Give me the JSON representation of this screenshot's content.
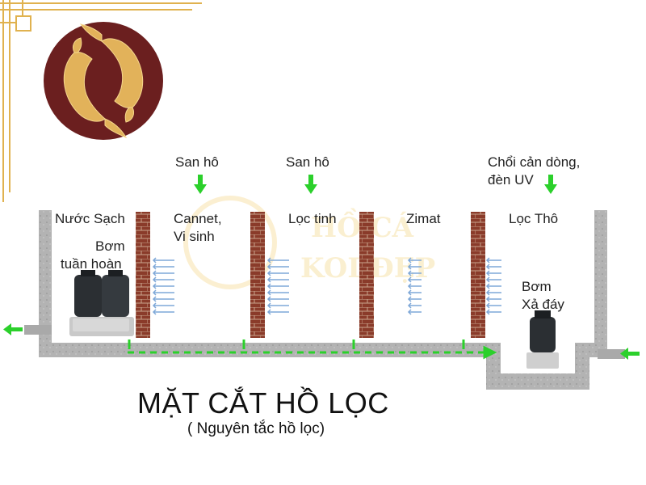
{
  "diagram": {
    "title": "MẶT CẮT HỒ LỌC",
    "subtitle": "( Nguyên tắc hồ lọc)",
    "chambers": [
      {
        "label": "Nước Sạch"
      },
      {
        "label_line1": "Cannet,",
        "label_line2": "Vi sinh"
      },
      {
        "label": "Lọc tinh"
      },
      {
        "label": "Zimat"
      },
      {
        "label": "Lọc Thô"
      }
    ],
    "media_inputs": [
      {
        "label": "San hô"
      },
      {
        "label": "San hô"
      },
      {
        "label_line1": "Chổi cản dòng,",
        "label_line2": "đèn UV"
      }
    ],
    "pumps": [
      {
        "label_line1": "Bơm",
        "label_line2": "tuần hoàn"
      },
      {
        "label_line1": "Bơm",
        "label_line2": "Xả đáy"
      }
    ],
    "watermark": {
      "line1": "HỒ CÁ",
      "line2": "KOI ĐẸP"
    }
  },
  "colors": {
    "logo_bg": "#6b1f1f",
    "logo_fish": "#e2b25a",
    "frame_gold": "#e0b24f",
    "wall_brick": "#8a3b2a",
    "concrete": "#b5b5b5",
    "flow_green": "#2bd02b",
    "flow_blue": "#7fa8d8"
  },
  "icons": [
    "koi-fish-logo",
    "arrow-down-icon",
    "arrow-left-icon",
    "submersible-pump-icon"
  ]
}
